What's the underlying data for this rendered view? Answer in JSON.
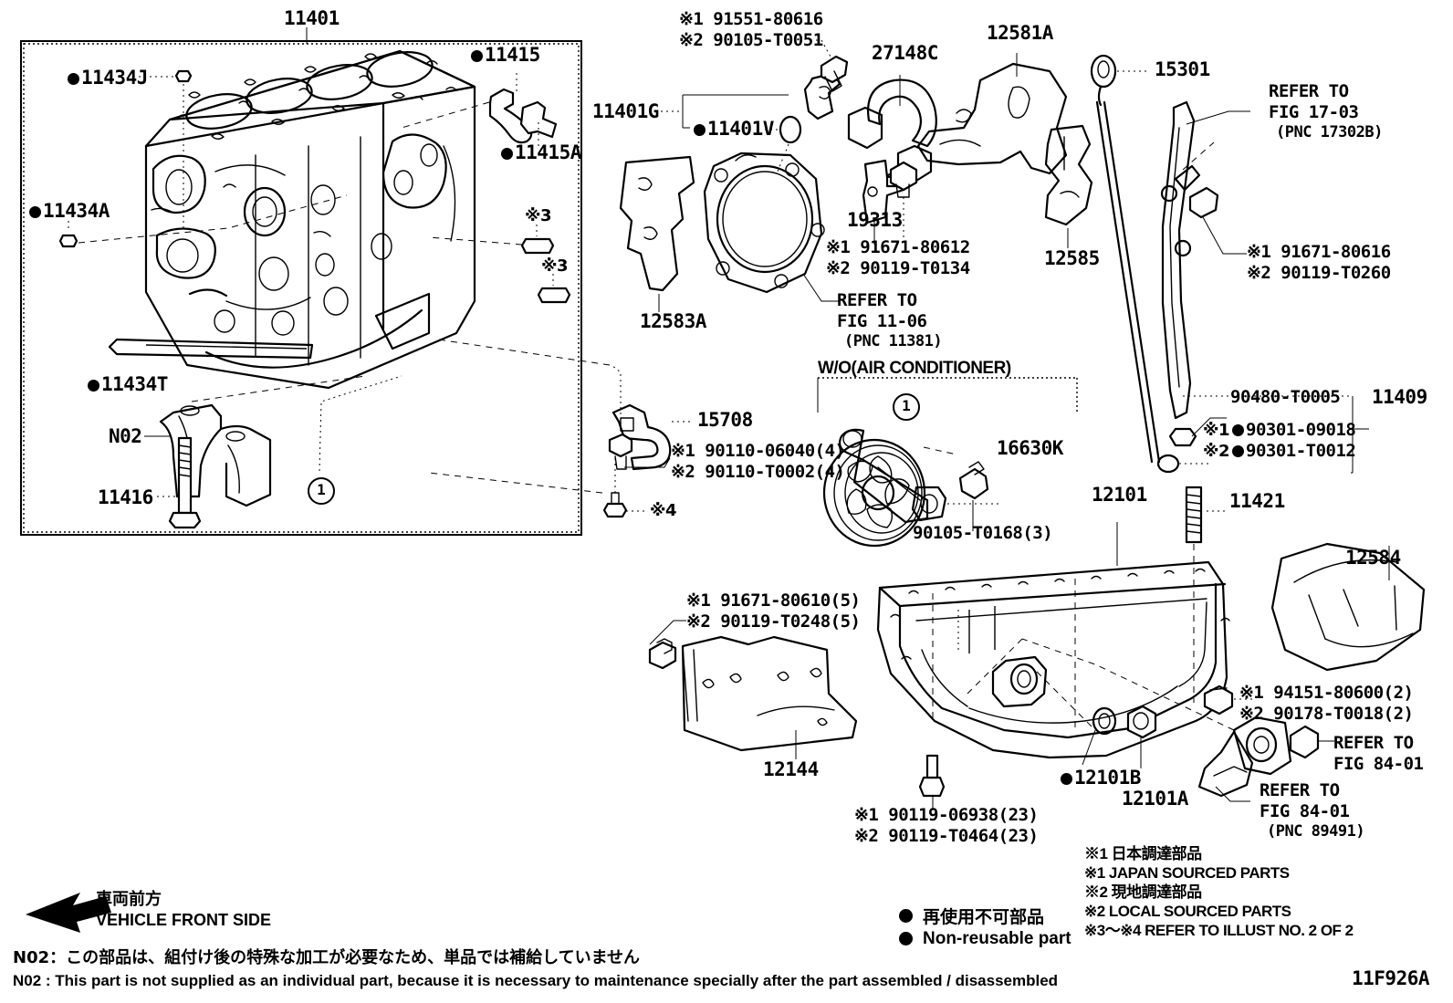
{
  "diagram": {
    "figure_code": "11F926A",
    "main_group_label": "11401",
    "vehicle_front": {
      "jp": "車両前方",
      "en": "VEHICLE FRONT SIDE"
    },
    "note_n02_jp": "N02：この部品は、組付け後の特殊な加工が必要なため、単品では補給していません",
    "note_n02_en": "N02 : This part is not supplied as an individual part, because it is necessary to maintenance specially after the part assembled / disassembled",
    "legend_reusable_jp": "再使用不可部品",
    "legend_reusable_en": "Non-reusable part",
    "legend_notes": [
      "※1  日本調達部品",
      "※1  JAPAN SOURCED PARTS",
      "※2  現地調達部品",
      "※2  LOCAL SOURCED PARTS",
      "※3〜※4  REFER TO ILLUST NO. 2 OF 2"
    ],
    "ac_variant_label": "W/O(AIR CONDITIONER)"
  },
  "callouts": {
    "c11401": "11401",
    "c11434J": "11434J",
    "c11415": "11415",
    "c11415A": "11415A",
    "c11434A": "11434A",
    "c11434T": "11434T",
    "cN02": "N02",
    "c11416": "11416",
    "k3a": "※3",
    "k3b": "※3",
    "k4": "※4",
    "c11401G": "11401G",
    "c11401V": "11401V",
    "c91551_1": "※1 91551-80616",
    "c91551_2": "※2 90105-T0051",
    "c27148C": "27148C",
    "c12581A": "12581A",
    "c15301": "15301",
    "refer1703_a": "REFER TO",
    "refer1703_b": "FIG 17-03",
    "refer1703_c": "(PNC 17302B)",
    "c19313": "19313",
    "c91671_80612_1": "※1 91671-80612",
    "c91671_80612_2": "※2 90119-T0134",
    "c12585": "12585",
    "c12583A": "12583A",
    "refer1106_a": "REFER TO",
    "refer1106_b": "FIG 11-06",
    "refer1106_c": "(PNC 11381)",
    "c91671_80616_1": "※1 91671-80616",
    "c91671_80616_2": "※2 90119-T0260",
    "c15708": "15708",
    "c90110_1": "※1 90110-06040(4)",
    "c90110_2": "※2 90110-T0002(4)",
    "c16630K": "16630K",
    "c90105_T0168": "90105-T0168(3)",
    "c90480_T0005": "90480-T0005",
    "c11409": "11409",
    "c90301_1": "※1 90301-09018",
    "c90301_2": "※2 90301-T0012",
    "c12101": "12101",
    "c11421": "11421",
    "c12584": "12584",
    "c91671_80610_1": "※1 91671-80610(5)",
    "c91671_80610_2": "※2 90119-T0248(5)",
    "c12144": "12144",
    "c90119_06938_1": "※1 90119-06938(23)",
    "c90119_06938_2": "※2 90119-T0464(23)",
    "c94151_1": "※1 94151-80600(2)",
    "c94151_2": "※2 90178-T0018(2)",
    "c12101B": "12101B",
    "c12101A": "12101A",
    "refer8401a_a": "REFER TO",
    "refer8401a_b": "FIG 84-01",
    "refer8401b_a": "REFER TO",
    "refer8401b_b": "FIG 84-01",
    "refer8401b_c": "(PNC 89491)",
    "circle1_a": "1",
    "circle1_b": "1"
  }
}
